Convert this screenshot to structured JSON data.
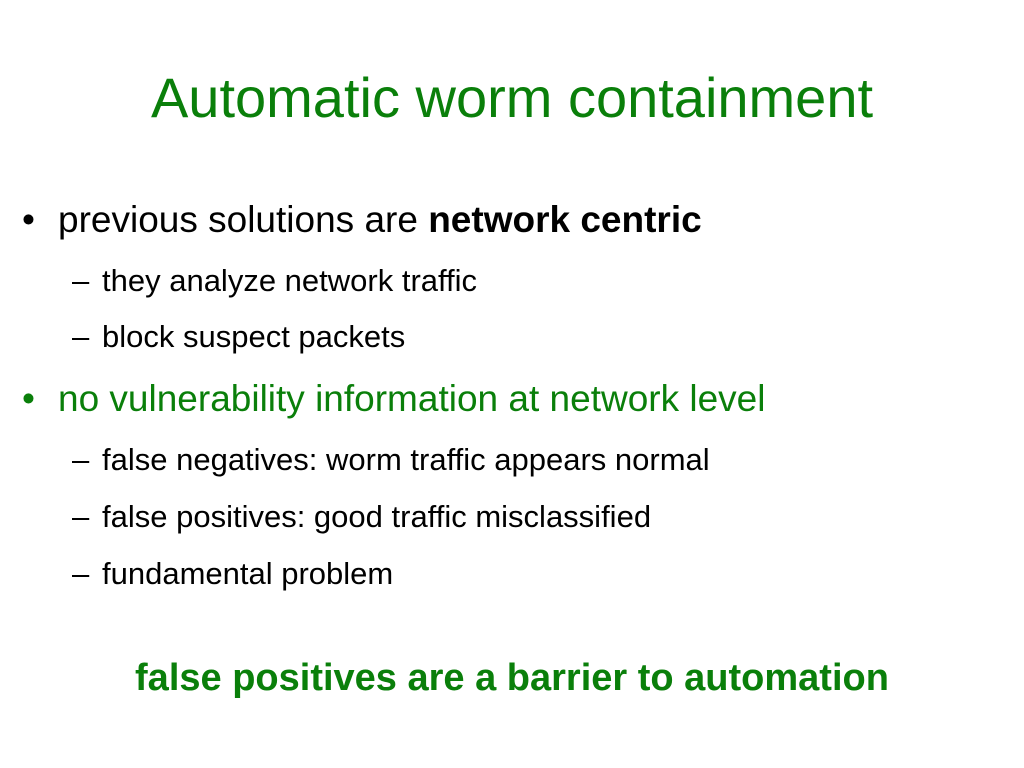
{
  "colors": {
    "accent": "#0a7f0a",
    "text": "#000000",
    "background": "#ffffff"
  },
  "slide": {
    "title": "Automatic worm containment",
    "bullet1": {
      "marker": "•",
      "text": "previous solutions are ",
      "emphasis": "network centric",
      "subitems": [
        "they analyze network traffic",
        "block suspect packets"
      ]
    },
    "bullet2": {
      "marker": "•",
      "text": "no vulnerability information at network level",
      "subitems": [
        "false negatives: worm traffic appears normal",
        "false positives: good traffic misclassified",
        "fundamental problem"
      ]
    },
    "sub_marker": "–",
    "conclusion": "false positives are a barrier to automation"
  }
}
